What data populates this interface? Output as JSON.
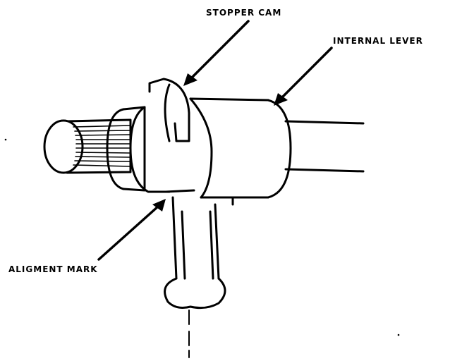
{
  "labels": {
    "stopper_cam": "STOPPER CAM",
    "internal_lever": "INTERNAL LEVER",
    "alignment_mark": "ALIGMENT MARK"
  },
  "colors": {
    "ink": "#000000",
    "paper": "#ffffff"
  }
}
